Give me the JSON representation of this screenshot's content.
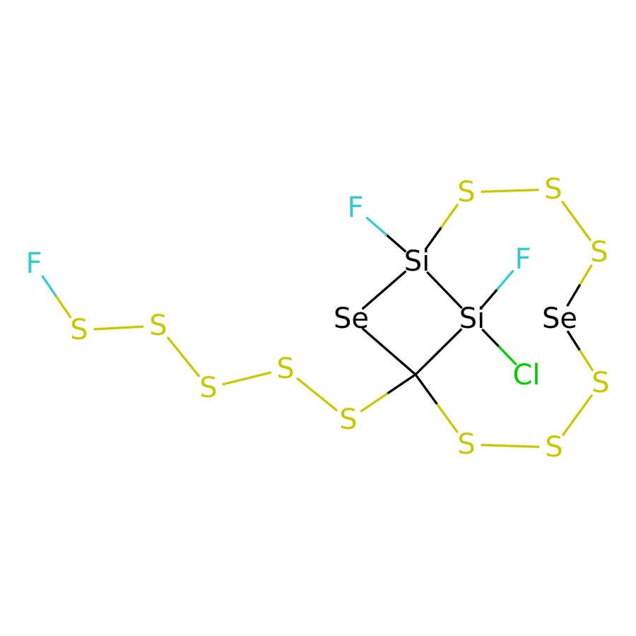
{
  "colors": {
    "S": "#C8C800",
    "F": "#33CCCC",
    "Cl": "#00CC00",
    "Se": "#000000",
    "Si": "#000000",
    "C": "#000000"
  },
  "atoms": [
    {
      "id": "F1",
      "label": "F",
      "element": "F"
    },
    {
      "id": "S1",
      "label": "S",
      "element": "S"
    },
    {
      "id": "S2",
      "label": "S",
      "element": "S"
    },
    {
      "id": "S3",
      "label": "S",
      "element": "S"
    },
    {
      "id": "S4",
      "label": "S",
      "element": "S"
    },
    {
      "id": "S5",
      "label": "S",
      "element": "S"
    },
    {
      "id": "C1",
      "label": "",
      "element": "C"
    },
    {
      "id": "Se1",
      "label": "Se",
      "element": "Se"
    },
    {
      "id": "Si1",
      "label": "Si",
      "element": "Si"
    },
    {
      "id": "F2",
      "label": "F",
      "element": "F"
    },
    {
      "id": "Si2",
      "label": "Si",
      "element": "Si"
    },
    {
      "id": "F3",
      "label": "F",
      "element": "F"
    },
    {
      "id": "Cl1",
      "label": "Cl",
      "element": "Cl"
    },
    {
      "id": "S6",
      "label": "S",
      "element": "S"
    },
    {
      "id": "S7",
      "label": "S",
      "element": "S"
    },
    {
      "id": "S8",
      "label": "S",
      "element": "S"
    },
    {
      "id": "Se2",
      "label": "Se",
      "element": "Se"
    },
    {
      "id": "S9",
      "label": "S",
      "element": "S"
    },
    {
      "id": "S10",
      "label": "S",
      "element": "S"
    },
    {
      "id": "S11",
      "label": "S",
      "element": "S"
    }
  ],
  "bonds": [
    [
      "F1",
      "S1"
    ],
    [
      "S1",
      "S2"
    ],
    [
      "S2",
      "S3"
    ],
    [
      "S3",
      "S4"
    ],
    [
      "S4",
      "S5"
    ],
    [
      "S5",
      "C1"
    ],
    [
      "C1",
      "Se1"
    ],
    [
      "Se1",
      "Si1"
    ],
    [
      "Si1",
      "F2"
    ],
    [
      "Si1",
      "Si2"
    ],
    [
      "Si2",
      "C1"
    ],
    [
      "Si2",
      "F3"
    ],
    [
      "Si2",
      "Cl1"
    ],
    [
      "Si1",
      "S6"
    ],
    [
      "S6",
      "S7"
    ],
    [
      "S7",
      "S8"
    ],
    [
      "S8",
      "Se2"
    ],
    [
      "Se2",
      "S9"
    ],
    [
      "S9",
      "S10"
    ],
    [
      "S10",
      "S11"
    ],
    [
      "S11",
      "C1"
    ]
  ]
}
